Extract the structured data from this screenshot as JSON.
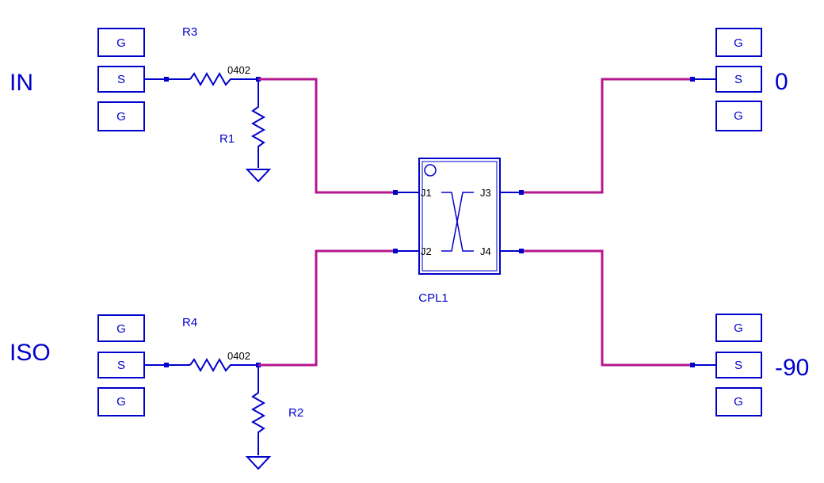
{
  "ports": {
    "in": {
      "label": "IN",
      "pads": [
        "G",
        "S",
        "G"
      ]
    },
    "iso": {
      "label": "ISO",
      "pads": [
        "G",
        "S",
        "G"
      ]
    },
    "out0": {
      "label": "0",
      "pads": [
        "G",
        "S",
        "G"
      ]
    },
    "out90": {
      "label": "-90",
      "pads": [
        "G",
        "S",
        "G"
      ]
    }
  },
  "resistors": {
    "r3": {
      "ref": "R3",
      "package": "0402"
    },
    "r1": {
      "ref": "R1"
    },
    "r4": {
      "ref": "R4",
      "package": "0402"
    },
    "r2": {
      "ref": "R2"
    }
  },
  "coupler": {
    "ref": "CPL1",
    "pins": [
      "J1",
      "J2",
      "J3",
      "J4"
    ]
  },
  "colors": {
    "wire": "#0000cc",
    "trace": "#b5178f",
    "background": "#ffffff"
  }
}
